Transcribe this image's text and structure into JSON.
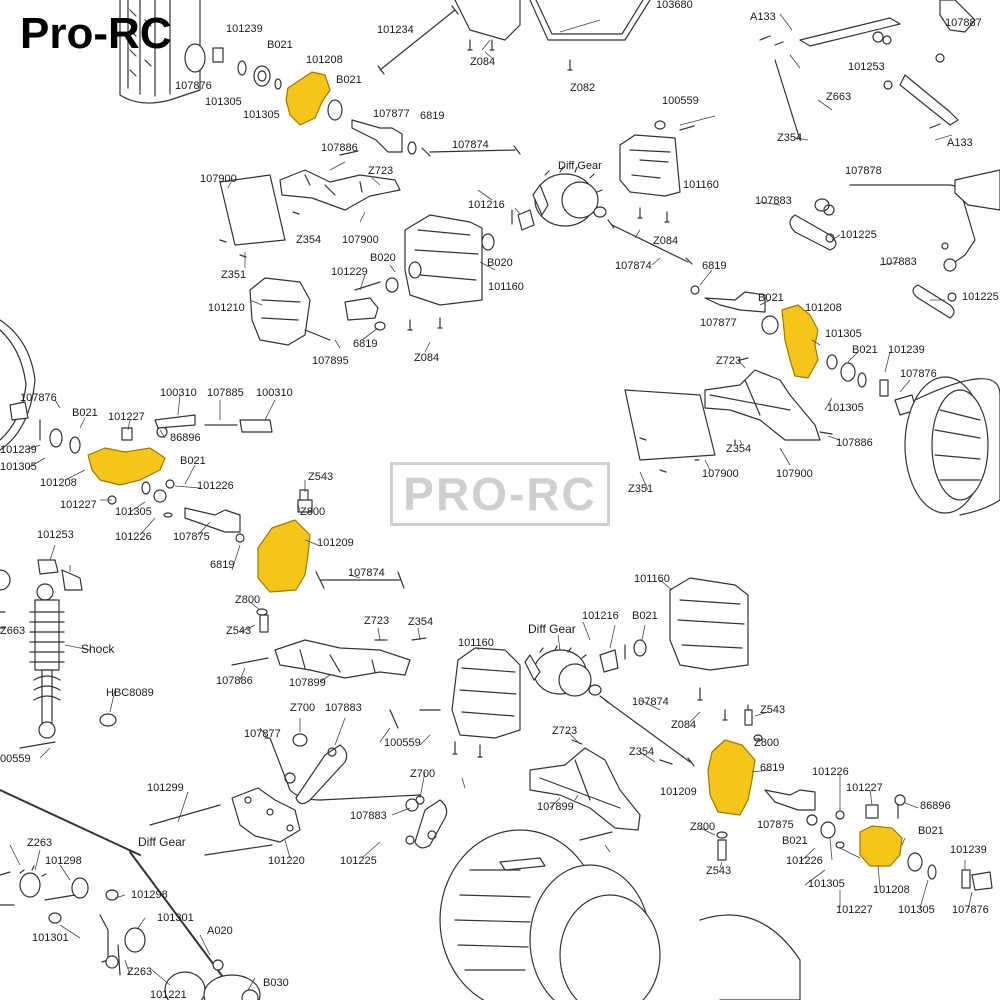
{
  "brand": "Pro-RC",
  "watermark": "PRO-RC",
  "colors": {
    "highlight": "#f5c518",
    "highlight_stroke": "#a07800",
    "line": "#333333",
    "watermark": "#cfcfcf"
  },
  "labels": [
    "101239",
    "B021",
    "101208",
    "B021",
    "107876",
    "101305",
    "101305",
    "107877",
    "6819",
    "101234",
    "Z084",
    "103680",
    "Z082",
    "A133",
    "101253",
    "107887",
    "Z663",
    "Z354",
    "A133",
    "100559",
    "107874",
    "107886",
    "Z723",
    "Diff Gear",
    "101160",
    "107900",
    "Z354",
    "107900",
    "101216",
    "Z084",
    "107878",
    "107883",
    "101225",
    "107883",
    "101225",
    "Z351",
    "101229",
    "B020",
    "B020",
    "101160",
    "107874",
    "6819",
    "101210",
    "6819",
    "107895",
    "Z084",
    "B021",
    "101208",
    "107877",
    "Z723",
    "101305",
    "B021",
    "101239",
    "107876",
    "101305",
    "107876",
    "100310",
    "107885",
    "100310",
    "101227",
    "B021",
    "86896",
    "101239",
    "101305",
    "B021",
    "101208",
    "101226",
    "101227",
    "101305",
    "101226",
    "107875",
    "Z543",
    "Z800",
    "101209",
    "6819",
    "101253",
    "107874",
    "Z800",
    "Z543",
    "Z723",
    "Z354",
    "Z663",
    "Shock",
    "HBC8089",
    "107886",
    "107899",
    "Z351",
    "107900",
    "Z354",
    "107886",
    "107900",
    "101160",
    "101216",
    "B021",
    "Diff Gear",
    "101160",
    "107877",
    "Z700",
    "107883",
    "100559",
    "107874",
    "Z543",
    "Z084",
    "Z800",
    "Z723",
    "Z354",
    "6819",
    "101226",
    "101299",
    "Z700",
    "101227",
    "86896",
    "107899",
    "101209",
    "107883",
    "Z800",
    "107875",
    "B021",
    "101220",
    "101225",
    "B021",
    "101239",
    "Z543",
    "101226",
    "Diff Gear",
    "101298",
    "101298",
    "101305",
    "101208",
    "101227",
    "101305",
    "107876",
    "101301",
    "101301",
    "A020",
    "Z263",
    "Z263",
    "101221",
    "B030",
    "00559"
  ]
}
